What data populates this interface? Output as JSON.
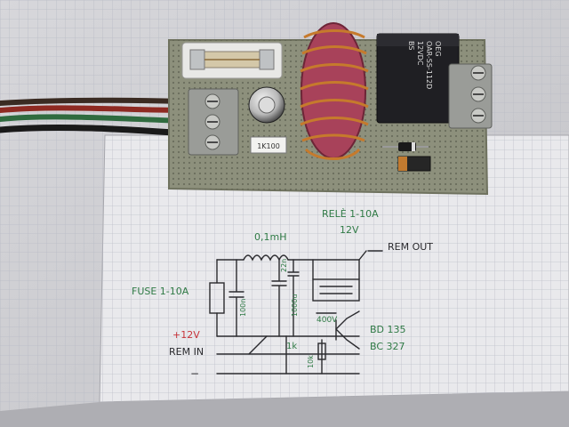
{
  "photo": {
    "colors": {
      "paper": "#e9e9ec",
      "grid": "#b9bcc6",
      "pcb": "#8d907c",
      "pcb_dark": "#6f725f",
      "terminal": "#9a9c98",
      "toroid": "#a8425a",
      "copper": "#c67a2c",
      "relay": "#1f1f23",
      "ink_green": "#2f7a45",
      "ink_red": "#c7343a",
      "ink_black": "#2a2a2e"
    },
    "relay_label": [
      "OEG",
      "OAR-SS-112D",
      "12VDC",
      "BS"
    ],
    "resistor_label": "1K100",
    "schematic": {
      "inductor": "0,1mH",
      "relay": "RELÈ 1-10A",
      "relay_voltage": "12V",
      "rem_out": "REM OUT",
      "fuse": "FUSE 1-10A",
      "plus12v": "+12V",
      "rem_in": "REM IN",
      "minus": "−",
      "cap1": "100n",
      "cap2": "1000u",
      "c_small": "22n",
      "r1": "1k",
      "r2": "10k",
      "diode": "400V",
      "t1": "BD 135",
      "t2": "BC 327"
    }
  }
}
